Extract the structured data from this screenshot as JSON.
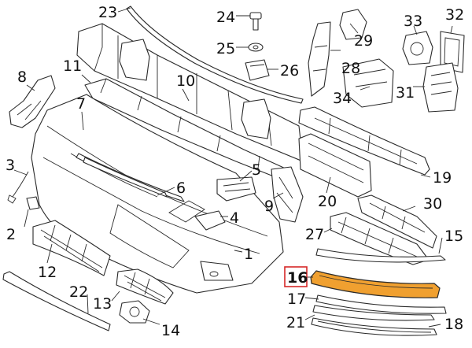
{
  "colors": {
    "highlight_fill": "#f0a030",
    "highlight_box": "#d62828",
    "line": "#2a2a2a",
    "background": "#ffffff"
  },
  "highlighted_part": "16",
  "callouts": {
    "c1": "1",
    "c2": "2",
    "c3": "3",
    "c4": "4",
    "c5": "5",
    "c6": "6",
    "c7": "7",
    "c8": "8",
    "c9": "9",
    "c10": "10",
    "c11": "11",
    "c12": "12",
    "c13": "13",
    "c14": "14",
    "c15": "15",
    "c16": "16",
    "c17": "17",
    "c18": "18",
    "c19": "19",
    "c20": "20",
    "c21": "21",
    "c22": "22",
    "c23": "23",
    "c24": "24",
    "c25": "25",
    "c26": "26",
    "c27": "27",
    "c28": "28",
    "c29": "29",
    "c30": "30",
    "c31": "31",
    "c32": "32",
    "c33": "33",
    "c34": "34"
  }
}
